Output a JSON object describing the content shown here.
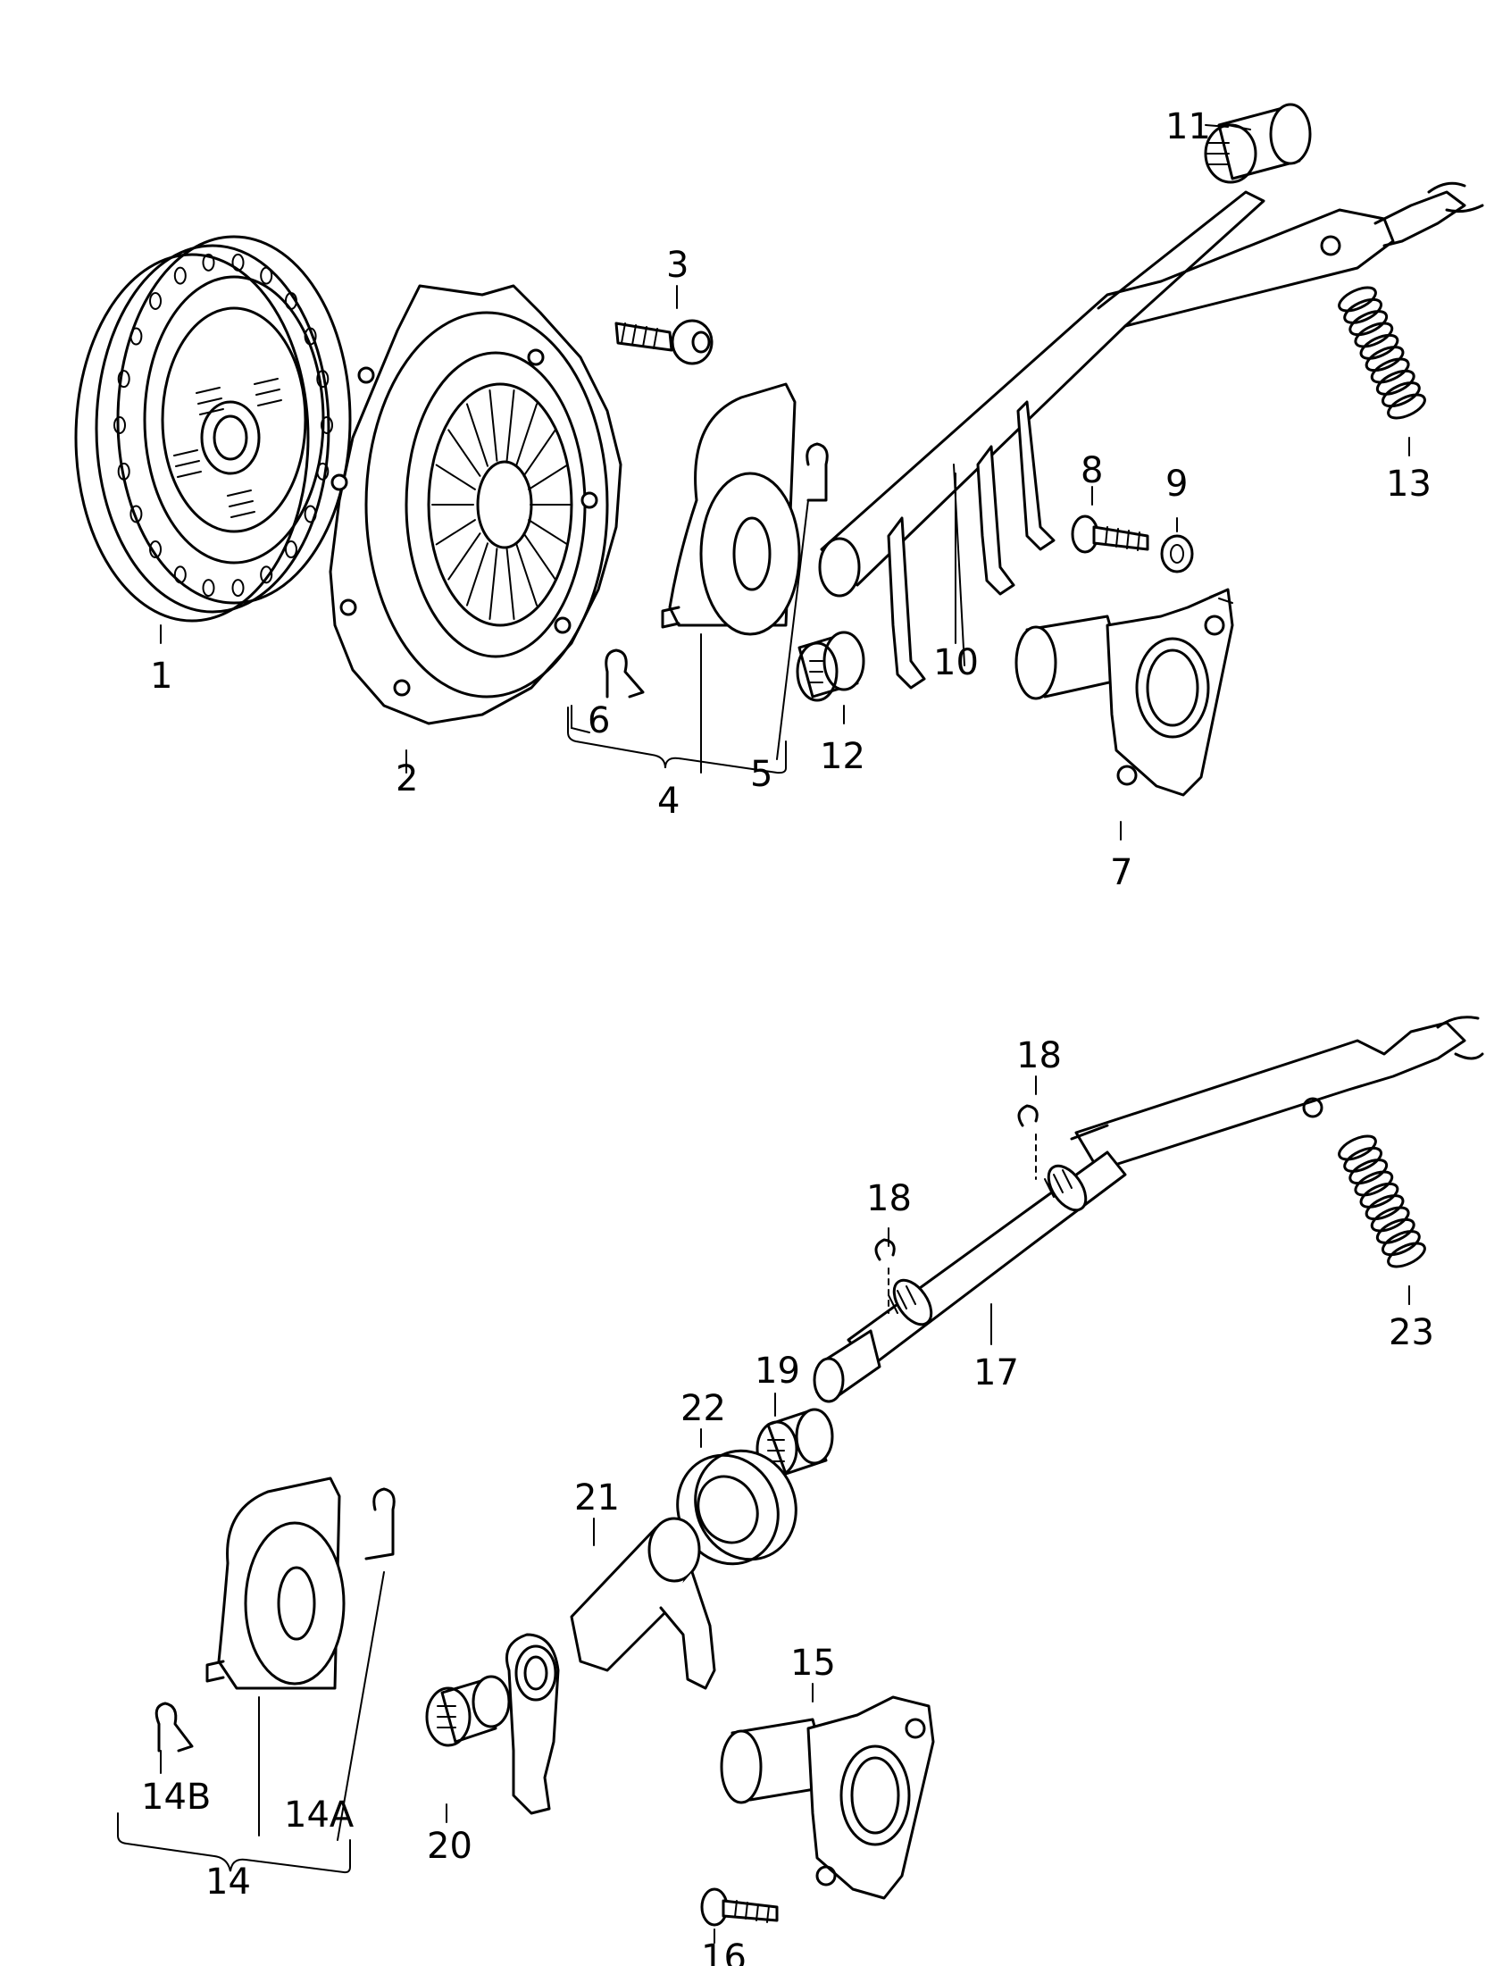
{
  "labels": {
    "l1": "1",
    "l2": "2",
    "l3": "3",
    "l4": "4",
    "l5": "5",
    "l6": "6",
    "l7": "7",
    "l8": "8",
    "l9": "9",
    "l10": "10",
    "l11": "11",
    "l12": "12",
    "l13": "13",
    "l14": "14",
    "l14a": "14A",
    "l14b": "14B",
    "l15": "15",
    "l16": "16",
    "l17": "17",
    "l18a": "18",
    "l18b": "18",
    "l19": "19",
    "l20": "20",
    "l21": "21",
    "l22": "22",
    "l23": "23"
  }
}
